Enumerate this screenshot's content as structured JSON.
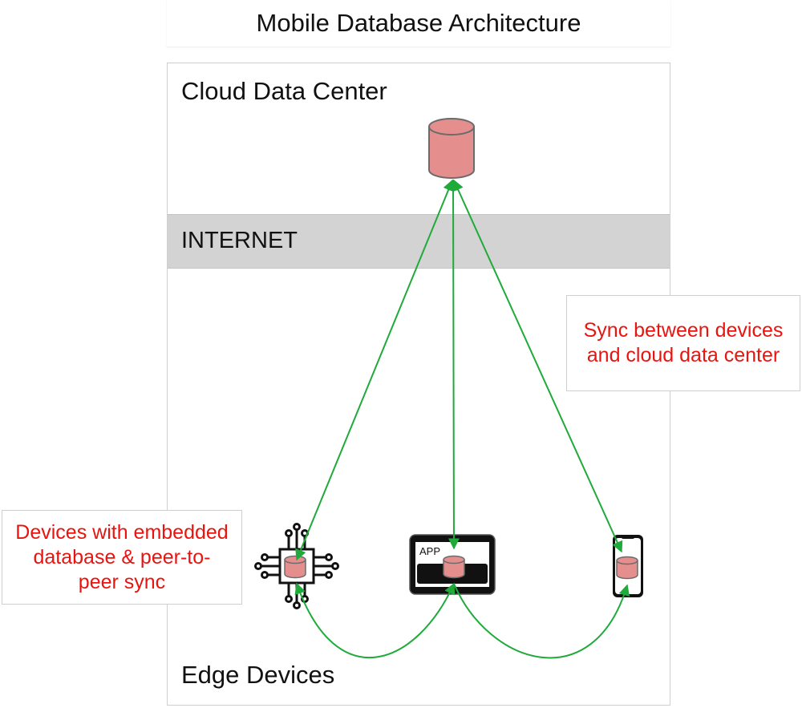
{
  "diagram": {
    "title": "Mobile Database Architecture",
    "zones": {
      "cloud": "Cloud Data Center",
      "internet": "INTERNET",
      "edge": "Edge Devices"
    },
    "callouts": {
      "sync": "Sync between devices and cloud data center",
      "embedded": "Devices with embedded database & peer-to-peer sync"
    },
    "devices": {
      "tablet_app_label": "APP"
    },
    "colors": {
      "database_fill": "#e58e8e",
      "database_stroke": "#6b6b6b",
      "sync_arrow": "#1faa3a",
      "callout_text": "#e8140f",
      "internet_band": "#d3d3d3"
    },
    "icons": [
      "database-icon",
      "chip-icon",
      "tablet-icon",
      "phone-icon"
    ]
  }
}
